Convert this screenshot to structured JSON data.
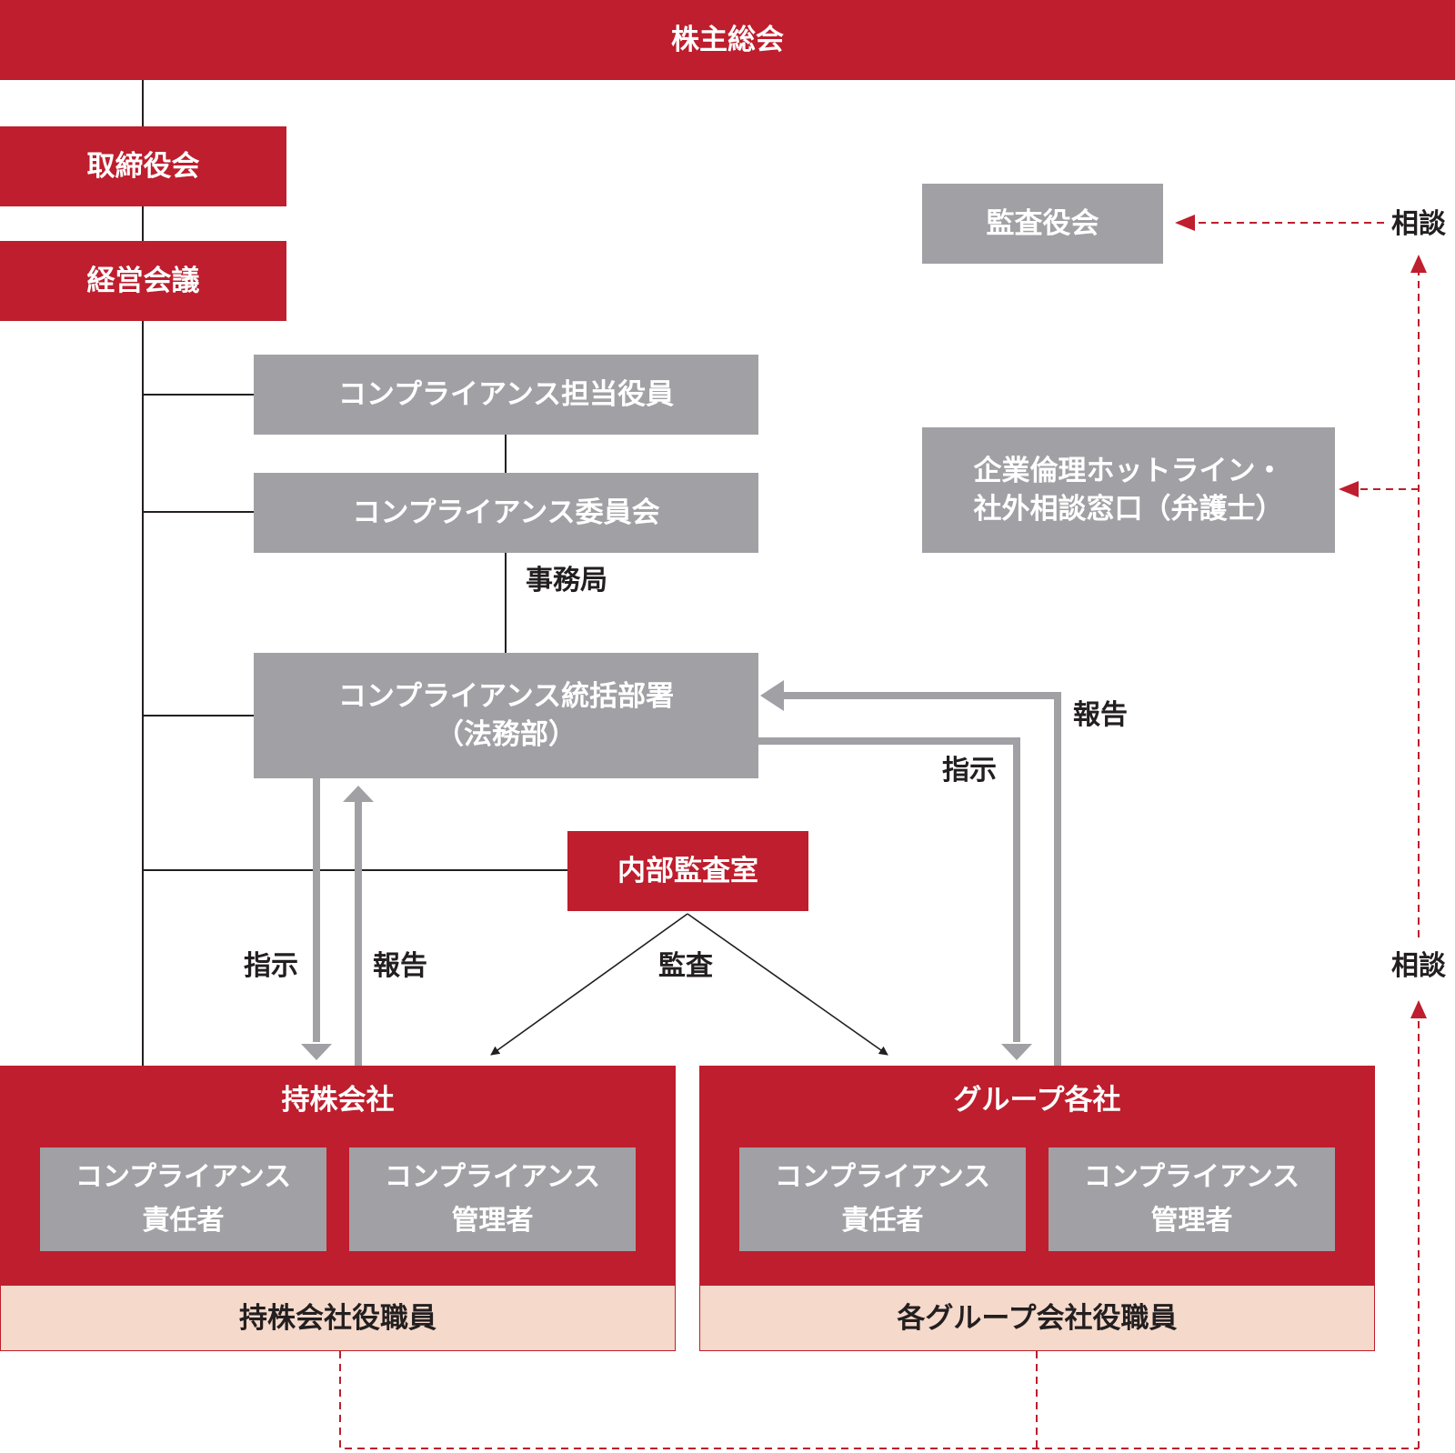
{
  "colors": {
    "red": "#be1e2d",
    "gray": "#a1a0a5",
    "pink": "#f5d9cb",
    "line": "#231f20",
    "text": "#231f20"
  },
  "nodes": {
    "shareholders": "株主総会",
    "board": "取締役会",
    "management": "経営会議",
    "compliance_officer": "コンプライアンス担当役員",
    "compliance_committee": "コンプライアンス委員会",
    "compliance_dept": [
      "コンプライアンス統括部署",
      "（法務部）"
    ],
    "internal_audit": "内部監査室",
    "audit_board": "監査役会",
    "hotline": [
      "企業倫理ホットライン・",
      "社外相談窓口（弁護士）"
    ],
    "holding": {
      "title": "持株会社",
      "responsible": [
        "コンプライアンス",
        "責任者"
      ],
      "manager": [
        "コンプライアンス",
        "管理者"
      ],
      "staff": "持株会社役職員"
    },
    "group": {
      "title": "グループ各社",
      "responsible": [
        "コンプライアンス",
        "責任者"
      ],
      "manager": [
        "コンプライアンス",
        "管理者"
      ],
      "staff": "各グループ会社役職員"
    }
  },
  "labels": {
    "secretariat": "事務局",
    "report": "報告",
    "instruct": "指示",
    "audit": "監査",
    "consult": "相談"
  }
}
